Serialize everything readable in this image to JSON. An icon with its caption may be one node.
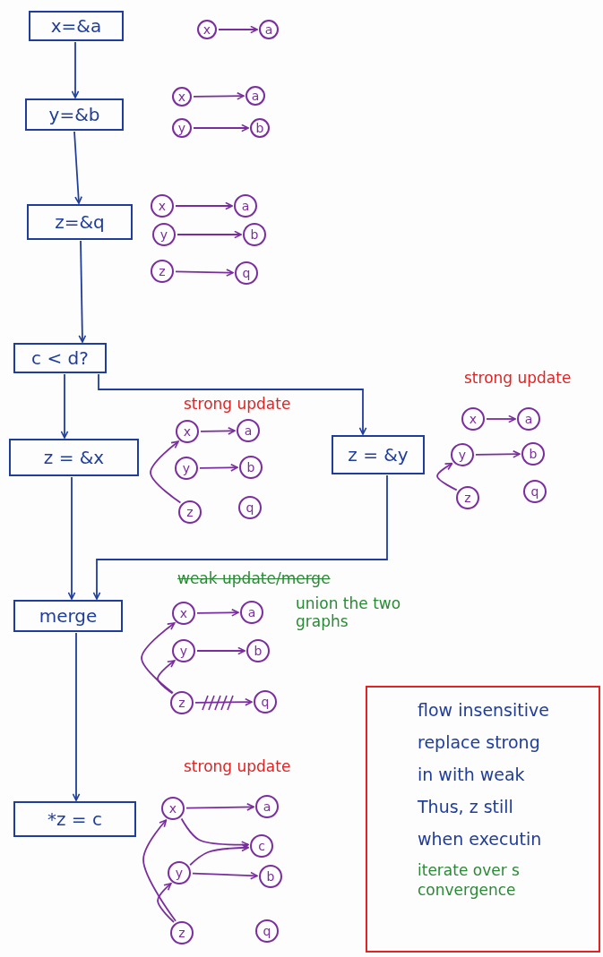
{
  "diagram": {
    "nodes": [
      {
        "text": [
          "x=&a"
        ]
      },
      {
        "text": [
          "x"
        ]
      },
      {
        "text": [
          "a"
        ]
      },
      {
        "text": [
          "y=&b"
        ]
      },
      {
        "text": [
          "x"
        ]
      },
      {
        "text": [
          "a"
        ]
      },
      {
        "text": [
          "y"
        ]
      },
      {
        "text": [
          "b"
        ]
      },
      {
        "text": [
          "z=&q"
        ]
      },
      {
        "text": [
          "x"
        ]
      },
      {
        "text": [
          "a"
        ]
      },
      {
        "text": [
          "y"
        ]
      },
      {
        "text": [
          "b"
        ]
      },
      {
        "text": [
          "z"
        ]
      },
      {
        "text": [
          "q"
        ]
      },
      {
        "text": [
          "c < d?"
        ]
      },
      {
        "text": [
          "z = &x"
        ]
      },
      {
        "text": [
          "x"
        ]
      },
      {
        "text": [
          "a"
        ]
      },
      {
        "text": [
          "y"
        ]
      },
      {
        "text": [
          "b"
        ]
      },
      {
        "text": [
          "z"
        ]
      },
      {
        "text": [
          "q"
        ]
      },
      {
        "text": [
          "z = &y"
        ]
      },
      {
        "text": [
          "x"
        ]
      },
      {
        "text": [
          "a"
        ]
      },
      {
        "text": [
          "y"
        ]
      },
      {
        "text": [
          "b"
        ]
      },
      {
        "text": [
          "z"
        ]
      },
      {
        "text": [
          "q"
        ]
      },
      {
        "text": [
          "merge"
        ]
      },
      {
        "text": [
          "x"
        ]
      },
      {
        "text": [
          "a"
        ]
      },
      {
        "text": [
          "y"
        ]
      },
      {
        "text": [
          "b"
        ]
      },
      {
        "text": [
          "z"
        ]
      },
      {
        "text": [
          "q"
        ]
      },
      {
        "text": [
          "flow insensitive",
          "replace strong",
          "in with weak",
          "Thus, z still",
          "when executin",
          "iterate over s",
          "convergence"
        ]
      },
      {
        "text": [
          "*z = c"
        ]
      },
      {
        "text": [
          "x"
        ]
      },
      {
        "text": [
          "a"
        ]
      },
      {
        "text": [
          "c"
        ]
      },
      {
        "text": [
          "y"
        ]
      },
      {
        "text": [
          "b"
        ]
      },
      {
        "text": [
          "z"
        ]
      },
      {
        "text": [
          "q"
        ]
      }
    ],
    "edges": [
      {
        "from": 0,
        "to": 3,
        "arrow": "to",
        "color": "#1f3d9c"
      },
      {
        "from": 3,
        "to": 8,
        "arrow": "to",
        "color": "#1f3d9c"
      },
      {
        "from": 8,
        "to": 15,
        "arrow": "to",
        "color": "#1f3d9c"
      },
      {
        "from": 15,
        "to": 16,
        "arrow": "to",
        "color": "#1f3d9c"
      },
      {
        "from": 15,
        "to": 23,
        "arrow": "to",
        "color": "#1f3d9c"
      },
      {
        "from": 16,
        "to": 30,
        "arrow": "to",
        "color": "#1f3d9c"
      },
      {
        "from": 23,
        "to": 30,
        "arrow": "to",
        "color": "#1f3d9c"
      },
      {
        "from": 30,
        "to": 38,
        "arrow": "to",
        "color": "#1f3d9c"
      },
      {
        "from": 1,
        "to": 2,
        "arrow": "to"
      },
      {
        "from": 4,
        "to": 5,
        "arrow": "to"
      },
      {
        "from": 6,
        "to": 7,
        "arrow": "to"
      },
      {
        "from": 9,
        "to": 10,
        "arrow": "to"
      },
      {
        "from": 11,
        "to": 12,
        "arrow": "to"
      },
      {
        "from": 13,
        "to": 14,
        "arrow": "to"
      },
      {
        "from": 17,
        "to": 18,
        "arrow": "to"
      },
      {
        "from": 19,
        "to": 20,
        "arrow": "to"
      },
      {
        "from": 21,
        "to": 17,
        "arrow": "to"
      },
      {
        "from": 24,
        "to": 25,
        "arrow": "to"
      },
      {
        "from": 26,
        "to": 27,
        "arrow": "to"
      },
      {
        "from": 28,
        "to": 26,
        "arrow": "to"
      },
      {
        "from": 31,
        "to": 32,
        "arrow": "to"
      },
      {
        "from": 33,
        "to": 34,
        "arrow": "to"
      },
      {
        "from": 35,
        "to": 31,
        "arrow": "to"
      },
      {
        "from": 35,
        "to": 33,
        "arrow": "to"
      },
      {
        "from": 35,
        "to": 36,
        "arrow": "to"
      },
      {
        "from": 39,
        "to": 40,
        "arrow": "to"
      },
      {
        "from": 39,
        "to": 41,
        "arrow": "to"
      },
      {
        "from": 42,
        "to": 41,
        "arrow": "to"
      },
      {
        "from": 42,
        "to": 43,
        "arrow": "to"
      },
      {
        "from": 44,
        "to": 39,
        "arrow": "to"
      },
      {
        "from": 44,
        "to": 42,
        "arrow": "to"
      }
    ],
    "labels": [
      "strong update",
      "strong update",
      "weak update/merge",
      "union the two graphs",
      "strong update"
    ]
  }
}
